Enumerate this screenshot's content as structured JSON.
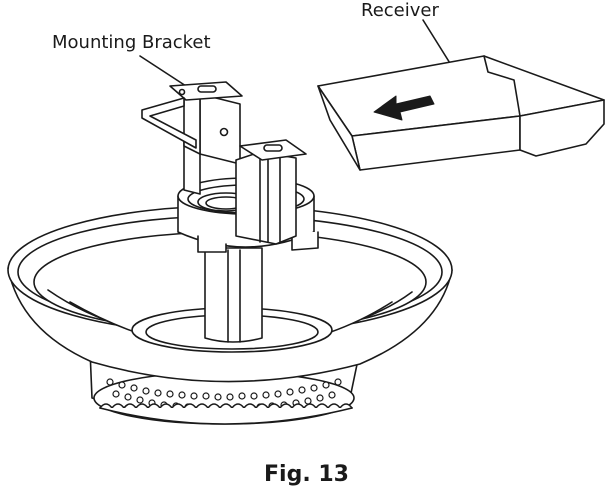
{
  "labels": {
    "receiver": "Receiver",
    "mounting_bracket": "Mounting Bracket"
  },
  "caption": "Fig. 13",
  "colors": {
    "line": "#1a1a1a",
    "fill": "#ffffff",
    "arrow": "#1a1a1a"
  }
}
